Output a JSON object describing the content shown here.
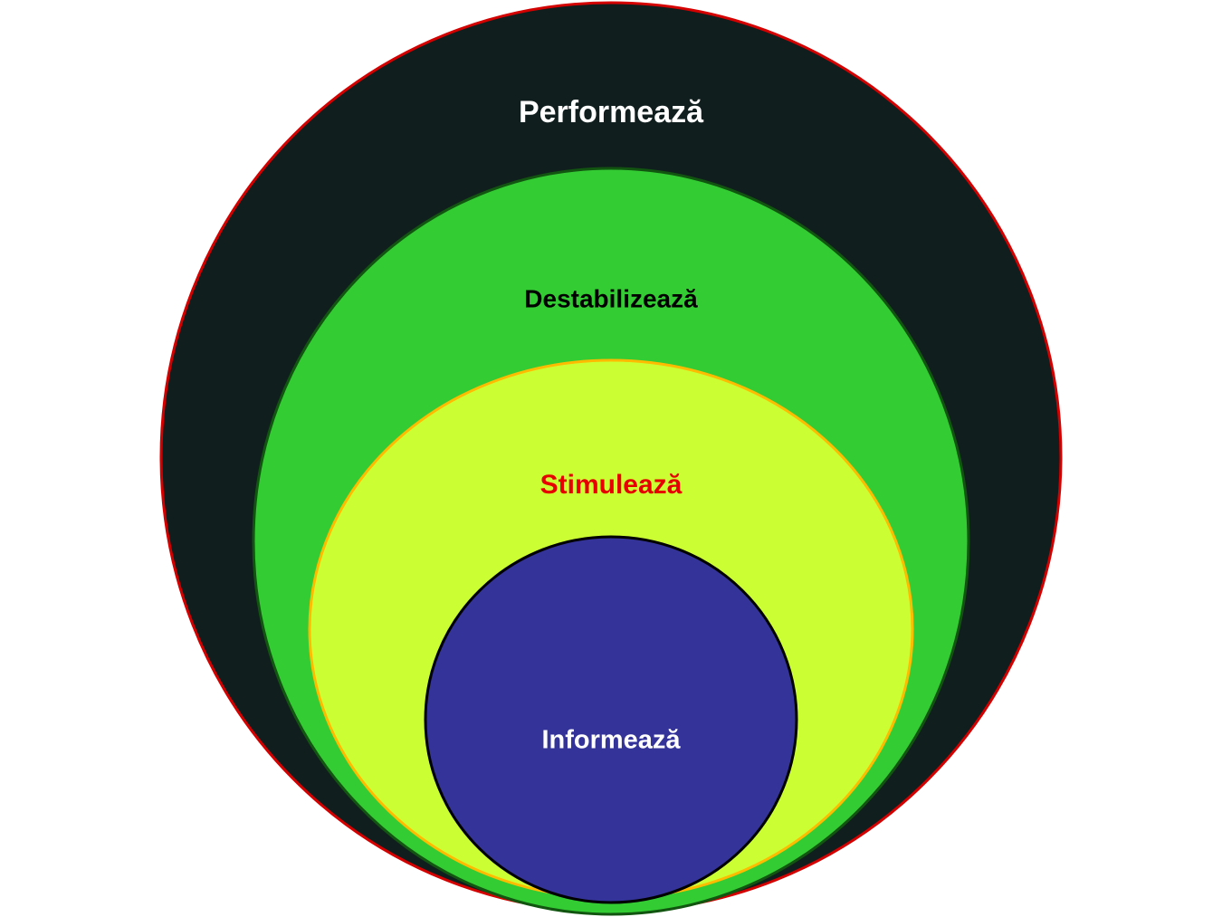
{
  "diagram": {
    "layers": [
      {
        "label": "Performează",
        "fill": "#101e1e",
        "stroke": "#d40000",
        "text_color": "#ffffff"
      },
      {
        "label": "Destabilizează",
        "fill": "#33cc33",
        "stroke": "#115511",
        "text_color": "#000000"
      },
      {
        "label": "Stimulează",
        "fill": "#ccff33",
        "stroke": "#ffbb00",
        "text_color": "#e60000"
      },
      {
        "label": "Informează",
        "fill": "#333399",
        "stroke": "#000000",
        "text_color": "#ffffff"
      }
    ]
  }
}
